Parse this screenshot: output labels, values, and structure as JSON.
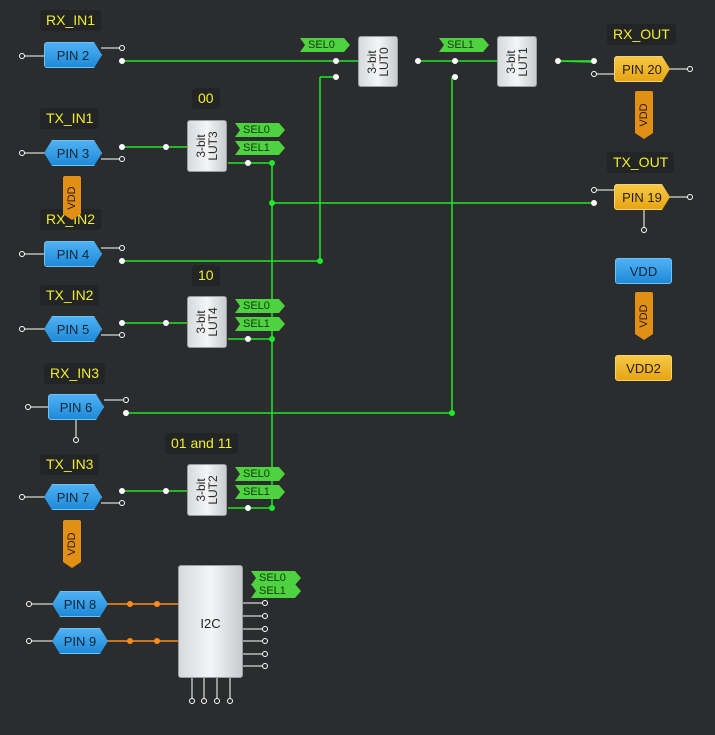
{
  "labels": {
    "rx_in1": "RX_IN1",
    "tx_in1": "TX_IN1",
    "rx_in2": "RX_IN2",
    "tx_in2": "TX_IN2",
    "rx_in3": "RX_IN3",
    "tx_in3": "TX_IN3",
    "rx_out": "RX_OUT",
    "tx_out": "TX_OUT",
    "code_00": "00",
    "code_10": "10",
    "code_01_11": "01 and 11"
  },
  "pins": {
    "pin2": "PIN 2",
    "pin3": "PIN 3",
    "pin4": "PIN 4",
    "pin5": "PIN 5",
    "pin6": "PIN 6",
    "pin7": "PIN 7",
    "pin8": "PIN 8",
    "pin9": "PIN 9",
    "pin19": "PIN 19",
    "pin20": "PIN 20"
  },
  "luts": {
    "lut0": "3-bit\nLUT0",
    "lut1": "3-bit\nLUT1",
    "lut2": "3-bit\nLUT2",
    "lut3": "3-bit\nLUT3",
    "lut4": "3-bit\nLUT4"
  },
  "sel": {
    "sel0": "SEL0",
    "sel1": "SEL1"
  },
  "i2c": "I2C",
  "vdd": "VDD",
  "vdd2": "VDD2",
  "colors": {
    "background": "#2b2c2d",
    "wire": "#1ee82a",
    "wire_orange": "#ff8c1a",
    "label_text": "#f1ef2c",
    "pin_blue": "#2d97e2",
    "pin_orange": "#f0b52a"
  }
}
